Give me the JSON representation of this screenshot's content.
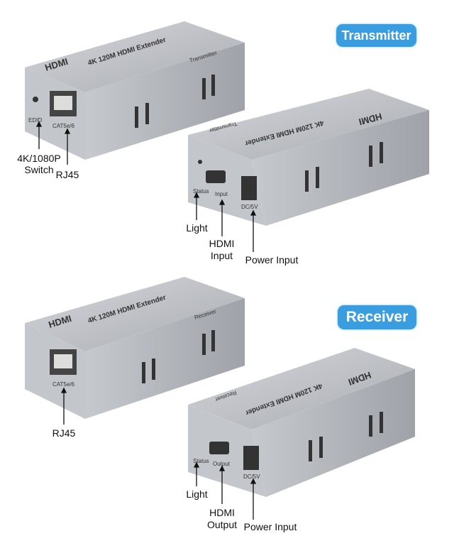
{
  "transmitter": {
    "badge": "Transmitter",
    "device_text": {
      "model": "4K 120M HDMI Extender",
      "role": "Transmitter",
      "edid": "EDID",
      "cat": "CAT5e/6",
      "status": "Status",
      "port": "Input",
      "dc": "DC/5V",
      "logo": "HDMI"
    },
    "callouts": {
      "switch": "4K/1080P Switch",
      "rj45": "RJ45",
      "light": "Light",
      "hdmi1": "HDMI",
      "hdmi2": "Input",
      "power": "Power Input"
    }
  },
  "receiver": {
    "badge": "Receiver",
    "device_text": {
      "model": "4K 120M HDMI Extender",
      "role": "Receiver",
      "cat": "CAT5e/6",
      "status": "Status",
      "port": "Output",
      "dc": "DC/5V",
      "logo": "HDMI"
    },
    "callouts": {
      "rj45": "RJ45",
      "light": "Light",
      "hdmi1": "HDMI",
      "hdmi2": "Output",
      "power": "Power Input"
    }
  },
  "colors": {
    "badge": "#3a9de0",
    "metal": "#b9bcc2"
  }
}
